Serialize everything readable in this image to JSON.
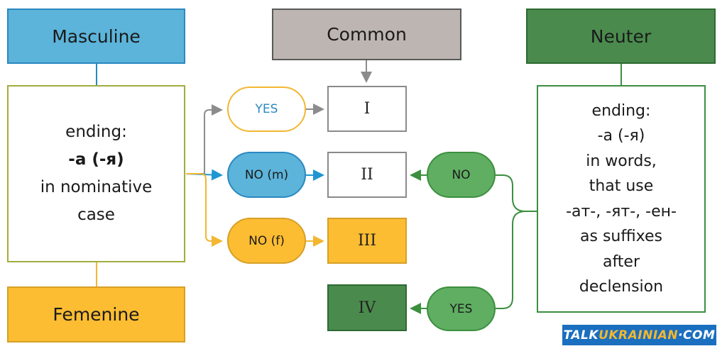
{
  "headers": {
    "masculine": "Masculine",
    "common": "Common",
    "neuter": "Neuter",
    "feminine": "Femenine"
  },
  "left_rule": [
    "ending:",
    "-а (-я)",
    "in nominative",
    "case"
  ],
  "right_rule": [
    "ending:",
    "-а (-я)",
    "in words,",
    "that use",
    "-ат-, -ят-, -ен-",
    "as suffixes",
    "after",
    "declension"
  ],
  "declensions": {
    "i": "I",
    "ii": "II",
    "iii": "III",
    "iv": "IV"
  },
  "pills": {
    "yes": "YES",
    "no_m": "NO (m)",
    "no_f": "NO (f)",
    "no": "NO",
    "yes_neuter": "YES"
  },
  "brand": {
    "part1": "TALK",
    "part2": "UKRAINIAN",
    "part3": "·COM"
  },
  "colors": {
    "masculine_blue": "#5cb4da",
    "common_grey": "#bdb5b1",
    "neuter_green": "#4a8b4d",
    "feminine_yellow": "#fdbd32",
    "connector_grey": "#8c8c8c",
    "connector_blue": "#1e96d2",
    "connector_yellow": "#f2b731",
    "connector_green": "#3c8f3f"
  }
}
